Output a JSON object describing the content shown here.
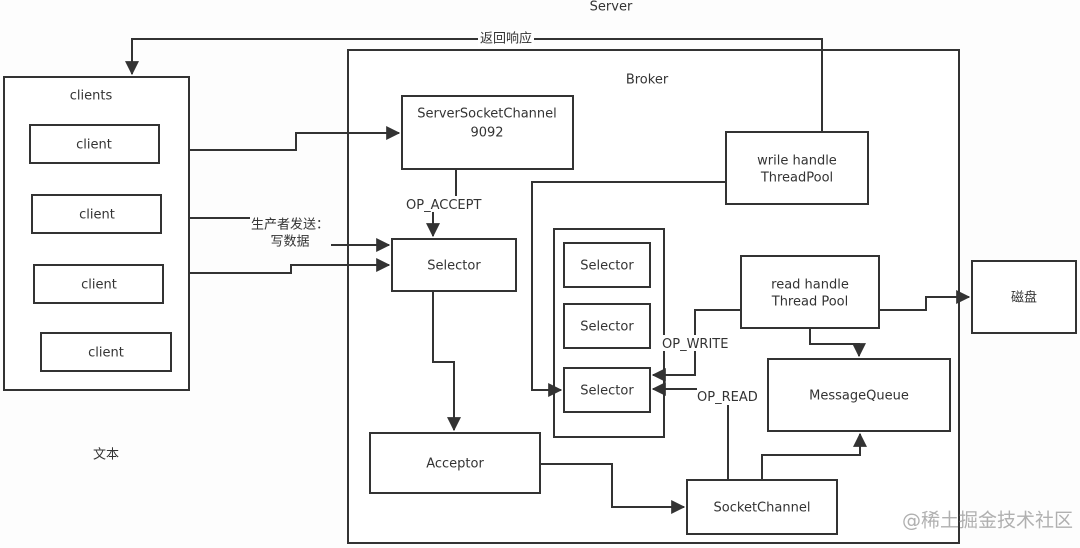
{
  "title": "Server",
  "colors": {
    "stroke": "#333333",
    "text": "#333333",
    "background": "#fdfdfd",
    "watermark": "#b0b0b0"
  },
  "containers": {
    "clients": {
      "label": "clients"
    },
    "broker": {
      "label": "Broker"
    },
    "selector_group": {
      "label": ""
    }
  },
  "nodes": {
    "client1": "client",
    "client2": "client",
    "client3": "client",
    "client4": "client",
    "server_socket_channel": [
      "ServerSocketChannel",
      "9092"
    ],
    "main_selector": "Selector",
    "acceptor": "Acceptor",
    "socket_channel": "SocketChannel",
    "sub_selector1": "Selector",
    "sub_selector2": "Selector",
    "sub_selector3": "Selector",
    "write_pool": [
      "wrile handle",
      "ThreadPool"
    ],
    "read_pool": [
      "read handle",
      "Thread Pool"
    ],
    "message_queue": "MessageQueue",
    "disk": "磁盘"
  },
  "edge_labels": {
    "response": "返回响应",
    "producer_send": [
      "生产者发送：",
      "写数据"
    ],
    "op_accept": "OP_ACCEPT",
    "op_write": "OP_WRITE",
    "op_read": "OP_READ"
  },
  "free_text": "文本",
  "watermark": "@稀土掘金技术社区"
}
